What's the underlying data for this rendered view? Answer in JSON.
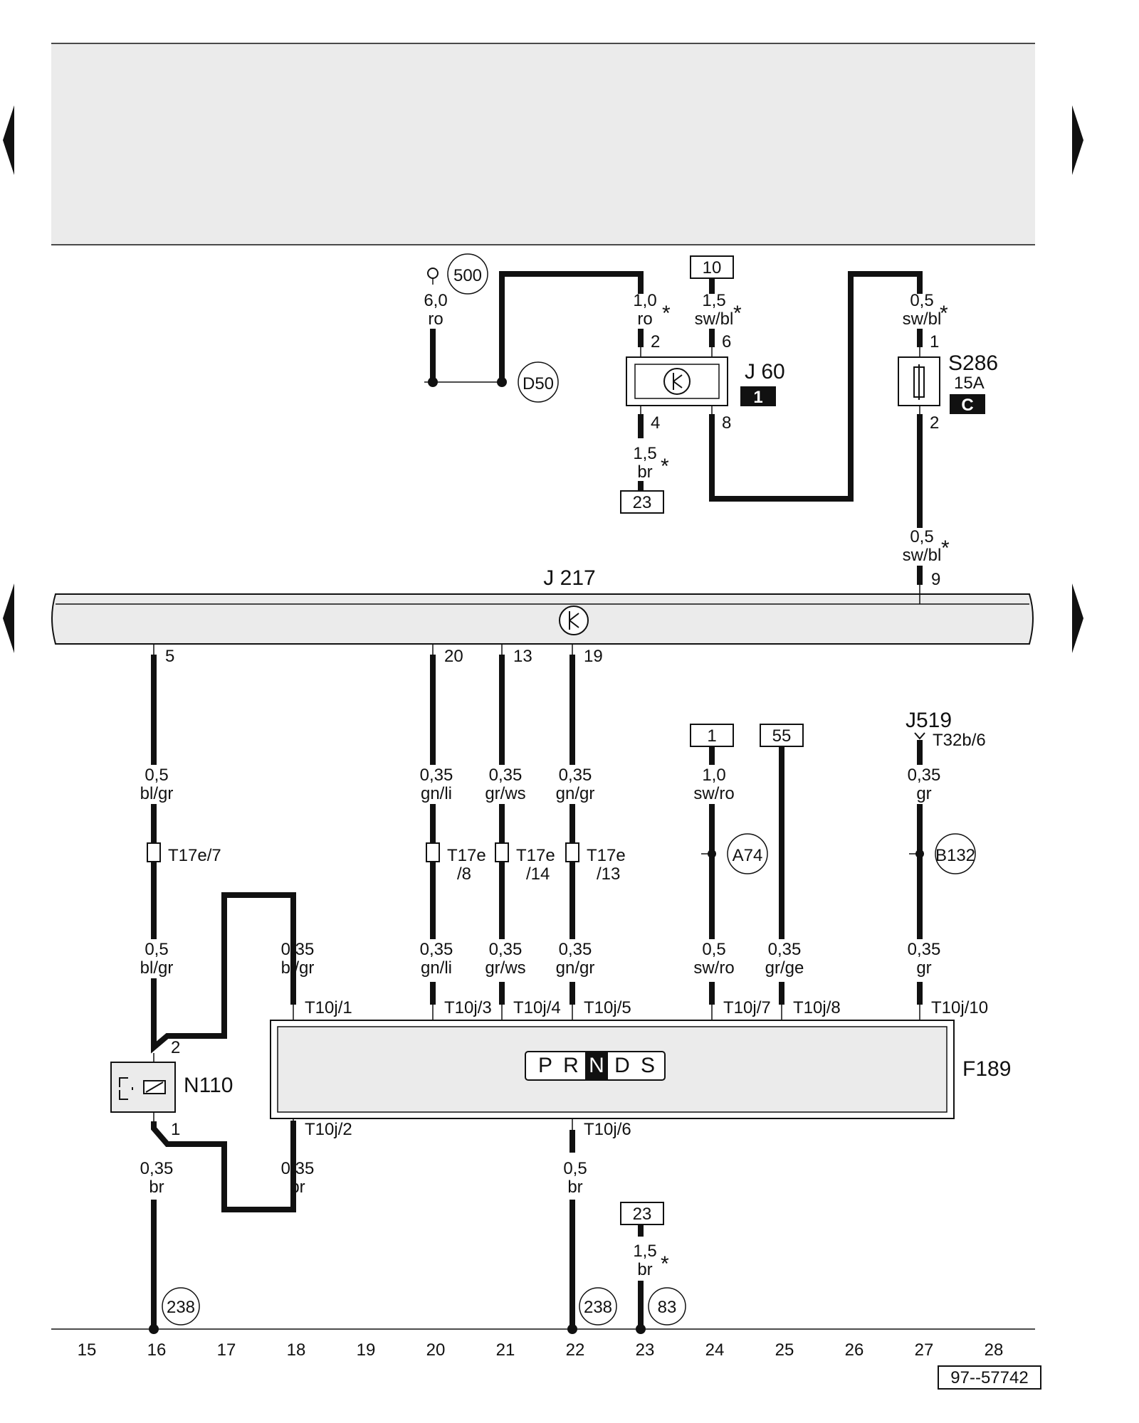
{
  "labels": {
    "terminal_10": "10",
    "terminal_23_top": "23",
    "terminal_1": "1",
    "terminal_55": "55",
    "terminal_23_bottom": "23",
    "pin_500": "500",
    "pin_D50": "D50",
    "pin_A74": "A74",
    "pin_B132": "B132",
    "pin_238_a": "238",
    "pin_238_b": "238",
    "pin_83": "83",
    "comp_J60": "J 60",
    "badge_J60": "1",
    "comp_S286": "S286",
    "fuse_rating": "15A",
    "badge_S286": "C",
    "comp_J217": "J 217",
    "comp_J519": "J519",
    "conn_T32b6": "T32b/6",
    "comp_N110": "N110",
    "comp_F189": "F189",
    "doc_number": "97--57742",
    "wire_60_ro_a": "6,0",
    "wire_60_ro_b": "ro",
    "wire_10_ro_a": "1,0",
    "wire_10_ro_b": "ro",
    "wire_15_swbl_a": "1,5",
    "wire_15_swbl_b": "sw/bl",
    "wire_05_swbl_top_a": "0,5",
    "wire_05_swbl_top_b": "sw/bl",
    "wire_15_br_top_a": "1,5",
    "wire_15_br_top_b": "br",
    "wire_05_swbl_mid_a": "0,5",
    "wire_05_swbl_mid_b": "sw/bl",
    "wire_05_blgr_1_a": "0,5",
    "wire_05_blgr_1_b": "bl/gr",
    "wire_035_gnli_1_a": "0,35",
    "wire_035_gnli_1_b": "gn/li",
    "wire_035_grws_1_a": "0,35",
    "wire_035_grws_1_b": "gr/ws",
    "wire_035_gngr_1_a": "0,35",
    "wire_035_gngr_1_b": "gn/gr",
    "wire_10_swro_a": "1,0",
    "wire_10_swro_b": "sw/ro",
    "wire_035_gr_1_a": "0,35",
    "wire_035_gr_1_b": "gr",
    "conn_T17e7": "T17e/7",
    "conn_T17e8_a": "T17e",
    "conn_T17e8_b": "/8",
    "conn_T17e14_a": "T17e",
    "conn_T17e14_b": "/14",
    "conn_T17e13_a": "T17e",
    "conn_T17e13_b": "/13",
    "wire_05_blgr_2_a": "0,5",
    "wire_05_blgr_2_b": "bl/gr",
    "wire_035_blgr_a": "0,35",
    "wire_035_blgr_b": "bl/gr",
    "wire_035_gnli_2_a": "0,35",
    "wire_035_gnli_2_b": "gn/li",
    "wire_035_grws_2_a": "0,35",
    "wire_035_grws_2_b": "gr/ws",
    "wire_035_gngr_2_a": "0,35",
    "wire_035_gngr_2_b": "gn/gr",
    "wire_05_swro_a": "0,5",
    "wire_05_swro_b": "sw/ro",
    "wire_035_grge_a": "0,35",
    "wire_035_grge_b": "gr/ge",
    "wire_035_gr_2_a": "0,35",
    "wire_035_gr_2_b": "gr",
    "conn_T10j1": "T10j/1",
    "conn_T10j3": "T10j/3",
    "conn_T10j4": "T10j/4",
    "conn_T10j5": "T10j/5",
    "conn_T10j7": "T10j/7",
    "conn_T10j8": "T10j/8",
    "conn_T10j10": "T10j/10",
    "conn_T10j2": "T10j/2",
    "conn_T10j6": "T10j/6",
    "wire_035_br_1_a": "0,35",
    "wire_035_br_1_b": "br",
    "wire_035_br_2_a": "0,35",
    "wire_035_br_2_b": "br",
    "wire_05_br_a": "0,5",
    "wire_05_br_b": "br",
    "wire_15_br_bot_a": "1,5",
    "wire_15_br_bot_b": "br",
    "pin_j60_2": "2",
    "pin_j60_6": "6",
    "pin_j60_4": "4",
    "pin_j60_8": "8",
    "pin_s286_1": "1",
    "pin_s286_2": "2",
    "pin_j217_9": "9",
    "pin_j217_5": "5",
    "pin_j217_20": "20",
    "pin_j217_13": "13",
    "pin_j217_19": "19",
    "pin_n110_2": "2",
    "pin_n110_1": "1",
    "asterisk": "*"
  },
  "gear_selector": [
    "P",
    "R",
    "N",
    "D",
    "S"
  ],
  "gear_selected": "N",
  "column_numbers": [
    "15",
    "16",
    "17",
    "18",
    "19",
    "20",
    "21",
    "22",
    "23",
    "24",
    "25",
    "26",
    "27",
    "28"
  ],
  "colors": {
    "ink": "#111111",
    "shaded_area": "#ebebeb",
    "wire": "#111111"
  }
}
